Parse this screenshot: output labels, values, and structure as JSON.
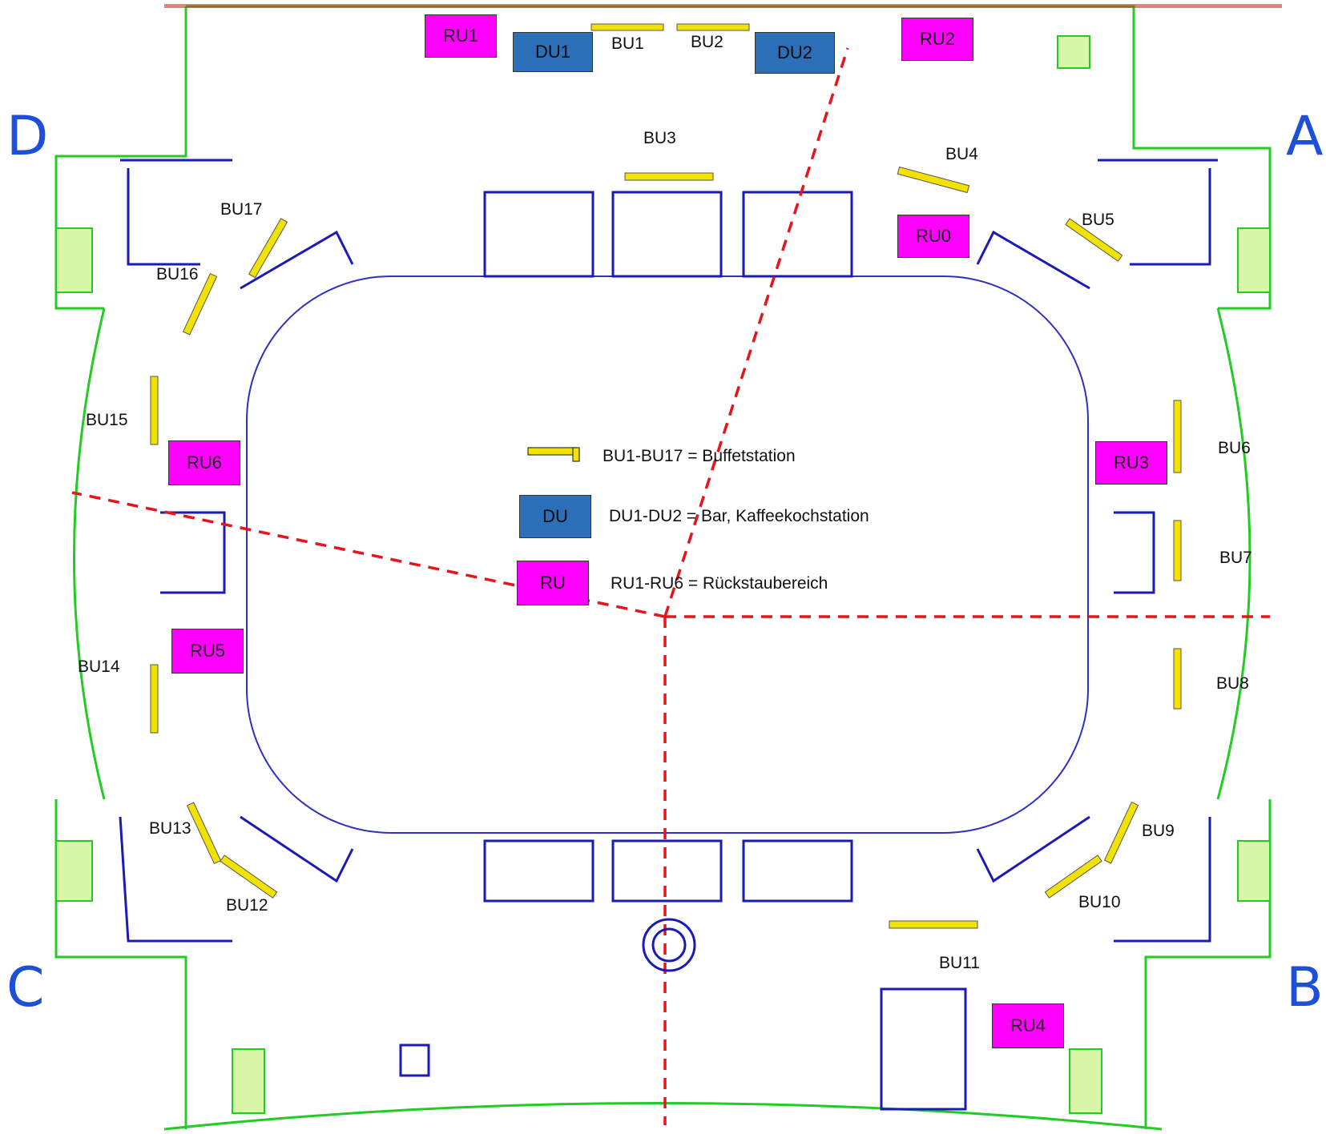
{
  "corners": {
    "a": "A",
    "b": "B",
    "c": "C",
    "d": "D"
  },
  "buffet_labels": {
    "bu1": "BU1",
    "bu2": "BU2",
    "bu3": "BU3",
    "bu4": "BU4",
    "bu5": "BU5",
    "bu6": "BU6",
    "bu7": "BU7",
    "bu8": "BU8",
    "bu9": "BU9",
    "bu10": "BU10",
    "bu11": "BU11",
    "bu12": "BU12",
    "bu13": "BU13",
    "bu14": "BU14",
    "bu15": "BU15",
    "bu16": "BU16",
    "bu17": "BU17"
  },
  "zones": {
    "ru0": "RU0",
    "ru1": "RU1",
    "ru2": "RU2",
    "ru3": "RU3",
    "ru4": "RU4",
    "ru5": "RU5",
    "ru6": "RU6",
    "du1": "DU1",
    "du2": "DU2"
  },
  "legend": {
    "bu_text": "BU1-BU17 = Buffetstation",
    "du_swatch": "DU",
    "du_text": "DU1-DU2 = Bar, Kaffeekochstation",
    "ru_swatch": "RU",
    "ru_text": "RU1-RU6 = Rückstaubereich"
  },
  "colors": {
    "rush_area": "#ff00ff",
    "bar_station": "#2a6fb8",
    "buffet_station": "#f2e200",
    "sector_divider": "#e8141b",
    "walls": "#1a1ab5",
    "outer_walls": "#22cc22",
    "corner_letters": "#1d4fd8"
  }
}
